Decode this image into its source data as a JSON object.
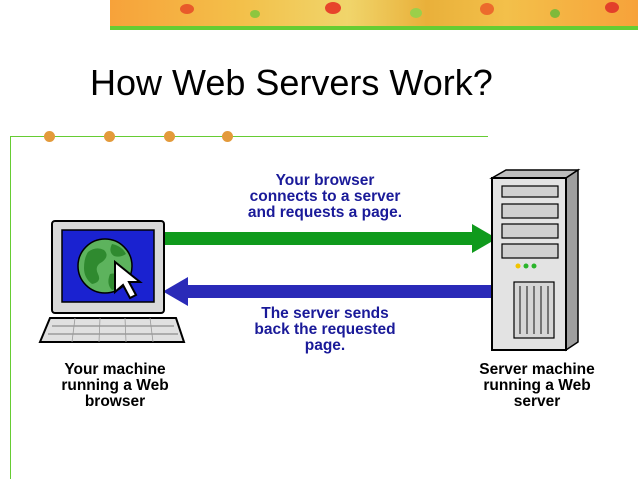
{
  "slide": {
    "title": "How Web Servers Work?"
  },
  "diagram": {
    "request_text": "Your browser\nconnects to a server\nand requests a page.",
    "response_text": "The server sends\nback the requested\npage.",
    "client_label": "Your machine\nrunning a Web\nbrowser",
    "server_label": "Server machine\nrunning a Web\nserver"
  },
  "colors": {
    "request_arrow": "#0f9a1c",
    "response_arrow": "#2a2ab8",
    "caption_text": "#1a1a99",
    "accent_line": "#66cc33",
    "bullet_dots": "#e39a3b",
    "screen": "#1a22d0"
  }
}
